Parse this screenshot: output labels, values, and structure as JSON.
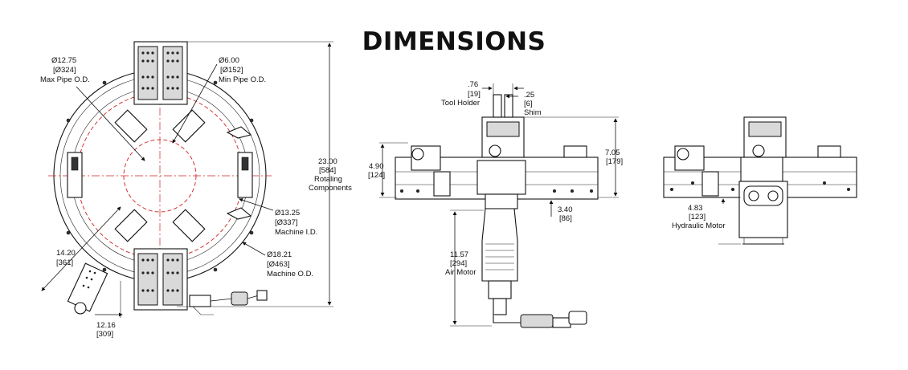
{
  "page": {
    "title": "DIMENSIONS"
  },
  "front_view": {
    "max_pipe": {
      "imperial": "Ø12.75",
      "metric": "[Ø324]",
      "label": "Max Pipe O.D."
    },
    "min_pipe": {
      "imperial": "Ø6.00",
      "metric": "[Ø152]",
      "label": "Min Pipe O.D."
    },
    "rotating": {
      "imperial": "23.00",
      "metric": "[584]",
      "label_line1": "Rotaling",
      "label_line2": "Components"
    },
    "machine_id": {
      "imperial": "Ø13.25",
      "metric": "[Ø337]",
      "label": "Machine I.D."
    },
    "machine_od": {
      "imperial": "Ø18.21",
      "metric": "[Ø463]",
      "label": "Machine O.D."
    },
    "diag": {
      "imperial": "14.20",
      "metric": "[361]"
    },
    "bottom": {
      "imperial": "12.16",
      "metric": "[309]"
    }
  },
  "side_view": {
    "tool_holder": {
      "imperial": ".76",
      "metric": "[19]",
      "label": "Tool Holder"
    },
    "shim": {
      "imperial": ".25",
      "metric": "[6]",
      "label": "Shim"
    },
    "height_left": {
      "imperial": "4.90",
      "metric": "[124]"
    },
    "height_right": {
      "imperial": "7.05",
      "metric": "[179]"
    },
    "axial": {
      "imperial": "3.40",
      "metric": "[86]"
    },
    "air_motor": {
      "imperial": "11.57",
      "metric": "[294]",
      "label": "Air Motor"
    }
  },
  "hydraulic_view": {
    "hydraulic_motor": {
      "imperial": "4.83",
      "metric": "[123]",
      "label": "Hydraulic Motor"
    }
  },
  "icons": [
    "tool-block-icon",
    "gear-motor-icon",
    "hose-fitting-icon"
  ]
}
